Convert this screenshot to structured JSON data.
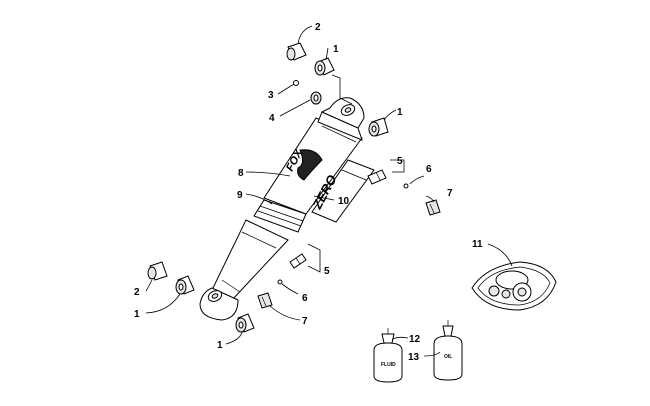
{
  "callouts": {
    "c1": "1",
    "c2": "2",
    "c3": "3",
    "c4": "4",
    "c5": "5",
    "c6": "6",
    "c7": "7",
    "c8": "8",
    "c9": "9",
    "c10": "10",
    "c11": "11",
    "c12": "12",
    "c13": "13"
  },
  "bottles": {
    "fluid_label": "FLUID",
    "oil_label": "OIL"
  },
  "shock_markings": {
    "brand_logo": "FOX",
    "model": "ZERO"
  }
}
